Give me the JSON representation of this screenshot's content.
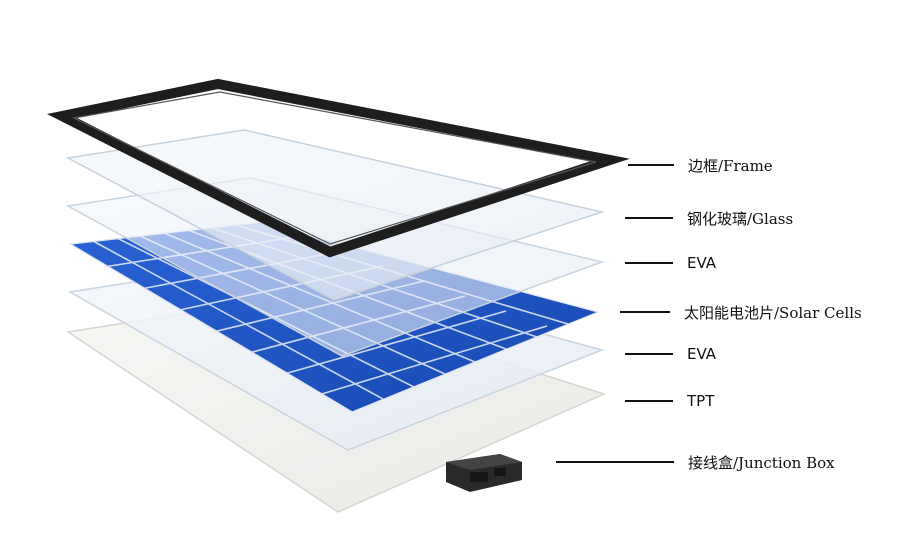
{
  "diagram": {
    "layers": [
      {
        "key": "frame",
        "label": "边框/Frame"
      },
      {
        "key": "glass",
        "label": "钢化玻璃/Glass"
      },
      {
        "key": "eva_top",
        "label": "EVA"
      },
      {
        "key": "solar_cells",
        "label": "太阳能电池片/Solar Cells"
      },
      {
        "key": "eva_bottom",
        "label": "EVA"
      },
      {
        "key": "tpt",
        "label": "TPT"
      },
      {
        "key": "junction_box",
        "label": "接线盒/Junction Box"
      }
    ]
  },
  "colors": {
    "frame": "#1e1e1e",
    "glass_fill": "#eef3f8",
    "glass_edge": "#c7d3df",
    "cell_blue": "#1f55c6",
    "cell_blue_dark": "#153f9e",
    "busbar": "#dfe6f2",
    "backsheet": "#f4f4f2",
    "junction_box": "#2a2a2a"
  }
}
